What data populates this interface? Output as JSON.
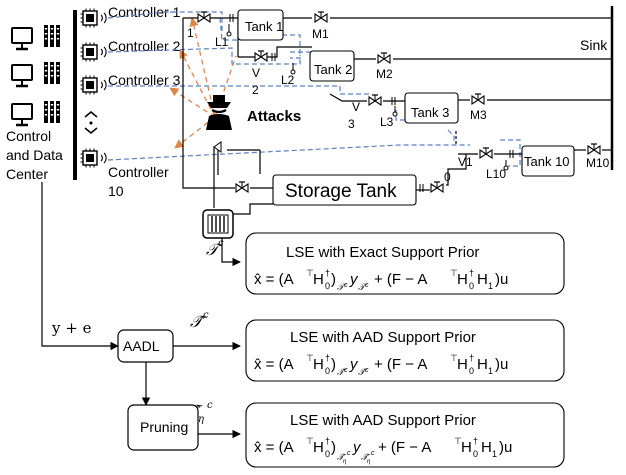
{
  "colors": {
    "network_line": "#5b82c4",
    "attack_line": "#e0854a",
    "stroke": "#000000",
    "background": "#ffffff"
  },
  "icons": [
    "monitor-icon",
    "server-rack-icon",
    "controller-chip-icon",
    "wireless-signal-icon",
    "hacker-icon",
    "valve-icon",
    "level-sensor-icon",
    "pump-icon",
    "ellipsis-arrow-icon"
  ],
  "left_block": {
    "label_lines": [
      "Control",
      "and Data",
      "Center"
    ]
  },
  "controllers": [
    {
      "label": "Controller 1"
    },
    {
      "label": "Controller 2"
    },
    {
      "label": "Controller 3"
    },
    {
      "label": "Controller",
      "label2": "10"
    }
  ],
  "attacks_label": "Attacks",
  "sink_label": "Sink",
  "storage_tank_label": "Storage Tank",
  "tanks": [
    "Tank 1",
    "Tank 2",
    "Tank 3",
    "Tank 10"
  ],
  "valve_labels": {
    "v1": "1",
    "v2": [
      "V",
      "2"
    ],
    "v3": [
      "V",
      "3"
    ],
    "v10": "V1",
    "v0": "0"
  },
  "level_labels": [
    "L1",
    "L2",
    "L3",
    "L10"
  ],
  "meter_labels": [
    "M1",
    "M2",
    "M3",
    "M10"
  ],
  "boxes": {
    "exact": {
      "title": "LSE with Exact Support Prior",
      "eq_lead": "x̂ = (A",
      "eq_sub": "𝒯",
      "eq_tail": "+ (F − A",
      "eq_end": ")u"
    },
    "aad": {
      "title": "LSE with AAD Support Prior",
      "eq_lead": "x̂ = (A",
      "eq_tail": "+ (F − A",
      "eq_end": ")u"
    },
    "pruned": {
      "title": "LSE with AAD Support Prior",
      "eq_lead": "x̂ = (A",
      "eq_tail": "+ (F − A",
      "eq_end": ")u"
    }
  },
  "math": {
    "T_c": "𝒯",
    "That_c": "𝒯̂",
    "That_eta": "𝒯̂",
    "eta": "η",
    "c": "c",
    "y_plus_e": "y + e",
    "top": "⊤",
    "dagger": "†",
    "H0": "H",
    "H1": "H",
    "zero": "0",
    "one": "1",
    "y": "y"
  },
  "blocks": {
    "aadl": "AADL",
    "pruning": "Pruning"
  }
}
